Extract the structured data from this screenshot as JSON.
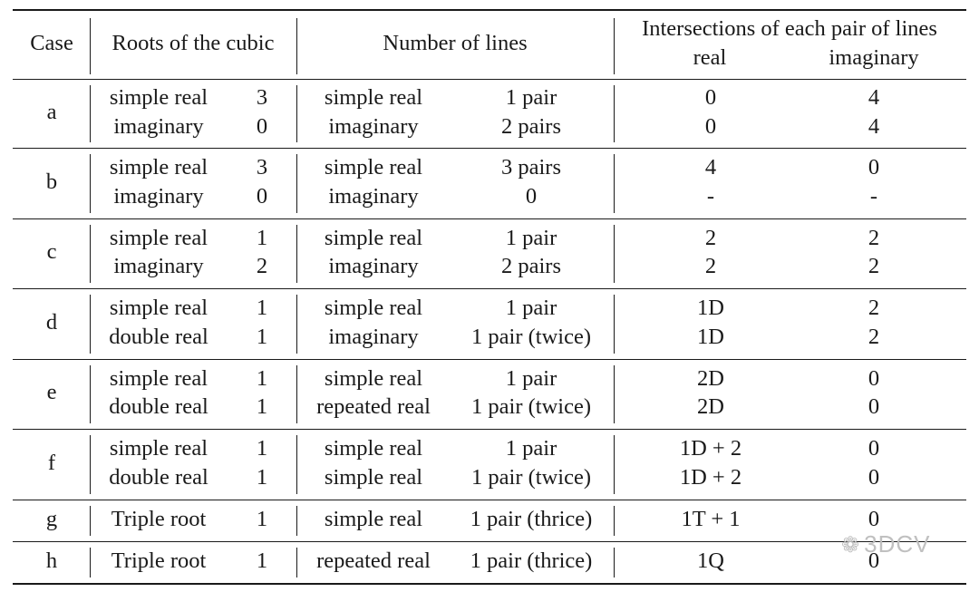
{
  "headers": {
    "case": "Case",
    "roots": "Roots of the cubic",
    "lines": "Number of lines",
    "intersections": "Intersections of each pair of lines",
    "real": "real",
    "imaginary": "imaginary"
  },
  "groups": [
    {
      "case": "a",
      "rows": [
        {
          "root_type": "simple real",
          "root_count": "3",
          "line_type": "simple real",
          "line_count": "1 pair",
          "int_real": "0",
          "int_imag": "4"
        },
        {
          "root_type": "imaginary",
          "root_count": "0",
          "line_type": "imaginary",
          "line_count": "2 pairs",
          "int_real": "0",
          "int_imag": "4"
        }
      ]
    },
    {
      "case": "b",
      "rows": [
        {
          "root_type": "simple real",
          "root_count": "3",
          "line_type": "simple real",
          "line_count": "3 pairs",
          "int_real": "4",
          "int_imag": "0"
        },
        {
          "root_type": "imaginary",
          "root_count": "0",
          "line_type": "imaginary",
          "line_count": "0",
          "int_real": "-",
          "int_imag": "-"
        }
      ]
    },
    {
      "case": "c",
      "rows": [
        {
          "root_type": "simple real",
          "root_count": "1",
          "line_type": "simple real",
          "line_count": "1 pair",
          "int_real": "2",
          "int_imag": "2"
        },
        {
          "root_type": "imaginary",
          "root_count": "2",
          "line_type": "imaginary",
          "line_count": "2 pairs",
          "int_real": "2",
          "int_imag": "2"
        }
      ]
    },
    {
      "case": "d",
      "rows": [
        {
          "root_type": "simple real",
          "root_count": "1",
          "line_type": "simple real",
          "line_count": "1 pair",
          "int_real": "1D",
          "int_imag": "2"
        },
        {
          "root_type": "double real",
          "root_count": "1",
          "line_type": "imaginary",
          "line_count": "1 pair (twice)",
          "int_real": "1D",
          "int_imag": "2"
        }
      ]
    },
    {
      "case": "e",
      "rows": [
        {
          "root_type": "simple real",
          "root_count": "1",
          "line_type": "simple real",
          "line_count": "1 pair",
          "int_real": "2D",
          "int_imag": "0"
        },
        {
          "root_type": "double real",
          "root_count": "1",
          "line_type": "repeated real",
          "line_count": "1 pair (twice)",
          "int_real": "2D",
          "int_imag": "0"
        }
      ]
    },
    {
      "case": "f",
      "rows": [
        {
          "root_type": "simple real",
          "root_count": "1",
          "line_type": "simple real",
          "line_count": "1 pair",
          "int_real": "1D + 2",
          "int_imag": "0"
        },
        {
          "root_type": "double real",
          "root_count": "1",
          "line_type": "simple real",
          "line_count": "1 pair (twice)",
          "int_real": "1D + 2",
          "int_imag": "0"
        }
      ]
    },
    {
      "case": "g",
      "rows": [
        {
          "root_type": "Triple root",
          "root_count": "1",
          "line_type": "simple real",
          "line_count": "1 pair (thrice)",
          "int_real": "1T + 1",
          "int_imag": "0"
        }
      ]
    },
    {
      "case": "h",
      "rows": [
        {
          "root_type": "Triple root",
          "root_count": "1",
          "line_type": "repeated real",
          "line_count": "1 pair (thrice)",
          "int_real": "1Q",
          "int_imag": "0"
        }
      ]
    }
  ],
  "watermark": {
    "icon": "wechat-icon",
    "text": "3DCV"
  }
}
